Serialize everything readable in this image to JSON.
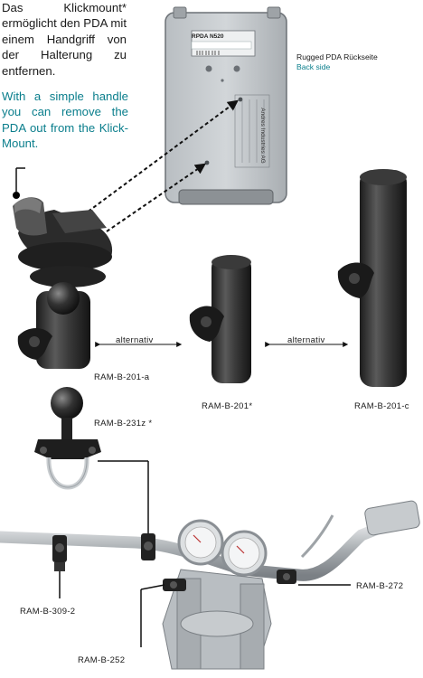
{
  "intro": {
    "de": "Das Klickmount* ermöglicht den PDA mit einem Handgriff von der Halterung zu entfernen.",
    "en": "With a simple handle you can remove the PDA out from the Klick-Mount."
  },
  "pda": {
    "model": "RPDA N520",
    "caption_de": "Rugged PDA Rückseite",
    "caption_en": "Back side",
    "brand": "Andres Industries AG"
  },
  "labels": {
    "alt_left": "alternativ",
    "alt_right": "alternativ",
    "arm_a": "RAM-B-201-a",
    "arm_mid": "RAM-B-201*",
    "arm_c": "RAM-B-201-c",
    "ball": "RAM-B-231z *",
    "mount_left": "RAM-B-309-2",
    "mount_bottom": "RAM-B-252",
    "mount_right": "RAM-B-272"
  },
  "colors": {
    "accent": "#0a7e8c",
    "text": "#1a1a1a",
    "metal": "#8f959a",
    "rubber": "#2b2b2b"
  }
}
